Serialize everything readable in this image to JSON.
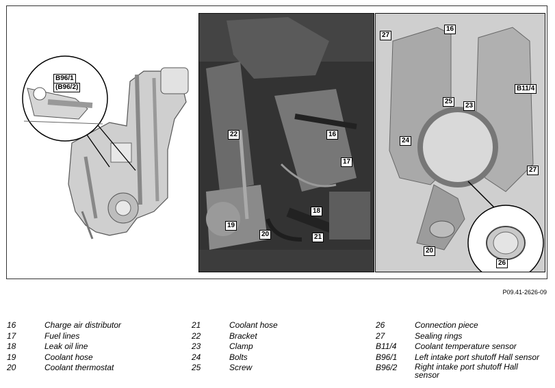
{
  "figure": {
    "left_panel_callouts": {
      "b96_1": "B96/1",
      "b96_2": "(B96/2)"
    },
    "middle_panel_callouts": [
      "22",
      "16",
      "17",
      "18",
      "19",
      "20",
      "21"
    ],
    "right_panel_callouts": [
      "27",
      "16",
      "25",
      "23",
      "24",
      "B11/4",
      "27",
      "20",
      "26"
    ],
    "reference_code": "P09.41-2626-09"
  },
  "legend": {
    "columns": [
      [
        {
          "num": "16",
          "text": "Charge air distributor"
        },
        {
          "num": "17",
          "text": "Fuel lines"
        },
        {
          "num": "18",
          "text": "Leak oil line"
        },
        {
          "num": "19",
          "text": "Coolant hose"
        },
        {
          "num": "20",
          "text": "Coolant thermostat"
        }
      ],
      [
        {
          "num": "21",
          "text": "Coolant hose"
        },
        {
          "num": "22",
          "text": "Bracket"
        },
        {
          "num": "23",
          "text": "Clamp"
        },
        {
          "num": "24",
          "text": "Bolts"
        },
        {
          "num": "25",
          "text": "Screw"
        }
      ],
      [
        {
          "num": "26",
          "text": "Connection piece"
        },
        {
          "num": "27",
          "text": "Sealing rings"
        },
        {
          "num": "B11/4",
          "text": "Coolant temperature sensor"
        },
        {
          "num": "B96/1",
          "text": "Left intake port shutoff Hall sensor"
        },
        {
          "num": "B96/2",
          "text": "Right intake port shutoff Hall sensor"
        }
      ]
    ]
  }
}
